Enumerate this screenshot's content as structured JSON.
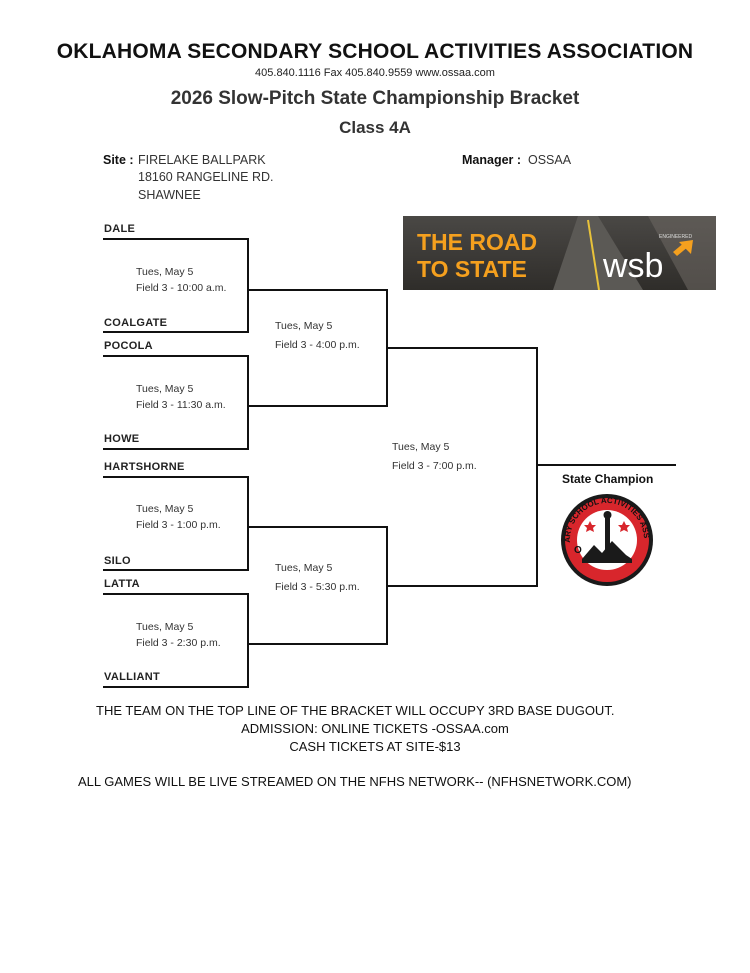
{
  "header": {
    "organization": "OKLAHOMA SECONDARY SCHOOL ACTIVITIES ASSOCIATION",
    "contact": "405.840.1116   Fax 405.840.9559  www.ossaa.com",
    "bracket_title": "2026 Slow-Pitch State Championship Bracket",
    "class_title": "Class 4A"
  },
  "site": {
    "label": "Site :",
    "lines": [
      "FIRELAKE BALLPARK",
      "18160 RANGELINE RD.",
      "SHAWNEE"
    ]
  },
  "manager": {
    "label": "Manager :",
    "value": "OSSAA"
  },
  "banner": {
    "line1": "THE ROAD",
    "line2": "TO STATE",
    "brand": "wsb",
    "tagline": "ENGINEERED",
    "colors": {
      "orange": "#f5a01e",
      "bg": "#3b3a37"
    }
  },
  "teams": [
    "DALE",
    "COALGATE",
    "POCOLA",
    "HOWE",
    "HARTSHORNE",
    "SILO",
    "LATTA",
    "VALLIANT"
  ],
  "first_round": [
    {
      "day": "Tues, May 5",
      "time": "Field 3 - 10:00 a.m."
    },
    {
      "day": "Tues, May 5",
      "time": "Field 3 - 11:30 a.m."
    },
    {
      "day": "Tues, May 5",
      "time": "Field 3 - 1:00 p.m."
    },
    {
      "day": "Tues, May 5",
      "time": "Field 3 - 2:30 p.m."
    }
  ],
  "semifinals": [
    {
      "day": "Tues, May 5",
      "time": "Field 3 - 4:00 p.m."
    },
    {
      "day": "Tues, May 5",
      "time": "Field 3 - 5:30 p.m."
    }
  ],
  "final": {
    "day": "Tues, May 5",
    "time": "Field 3 - 7:00 p.m."
  },
  "champion": {
    "label": "State Champion",
    "logo_icon": "ossaa-seal-icon"
  },
  "notes": {
    "dugout": "THE  TEAM ON THE TOP LINE OF THE BRACKET WILL OCCUPY 3RD BASE DUGOUT.",
    "admission": "ADMISSION: ONLINE TICKETS -OSSAA.com",
    "cash": "CASH TICKETS AT SITE-$13",
    "stream": "ALL GAMES WILL BE LIVE STREAMED ON THE NFHS NETWORK-- (NFHSNETWORK.COM)"
  },
  "seal": {
    "text": "SECONDARY SCHOOL ACTIVITIES ASSOCIATION",
    "letter": "O",
    "colors": {
      "red": "#d8262c",
      "dark": "#1a1a1a"
    }
  }
}
